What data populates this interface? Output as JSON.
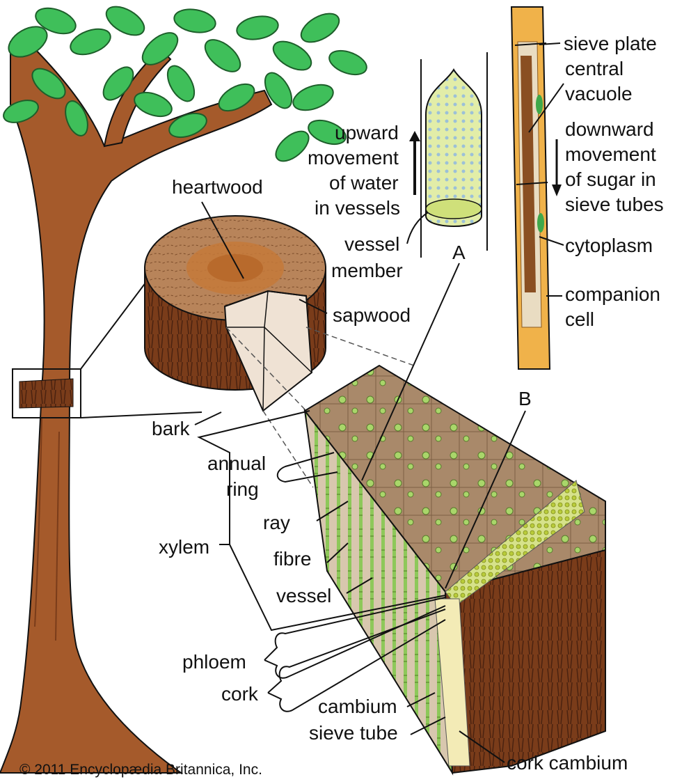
{
  "labels": {
    "heartwood": "heartwood",
    "sapwood": "sapwood",
    "bark": "bark",
    "annual_ring_1": "annual",
    "annual_ring_2": "ring",
    "ray": "ray",
    "xylem": "xylem",
    "fibre": "fibre",
    "vessel": "vessel",
    "phloem": "phloem",
    "cork": "cork",
    "cambium": "cambium",
    "sieve_tube": "sieve tube",
    "cork_cambium": "cork cambium",
    "upward_1": "upward",
    "upward_2": "movement",
    "upward_3": "of water",
    "upward_4": "in vessels",
    "vessel_member_1": "vessel",
    "vessel_member_2": "member",
    "sieve_plate": "sieve plate",
    "central_vacuole_1": "central",
    "central_vacuole_2": "vacuole",
    "downward_1": "downward",
    "downward_2": "movement",
    "downward_3": "of sugar in",
    "downward_4": "sieve tubes",
    "cytoplasm": "cytoplasm",
    "companion_cell_1": "companion",
    "companion_cell_2": "cell",
    "marker_a": "A",
    "marker_b": "B"
  },
  "copyright": "© 2011 Encyclopædia Britannica, Inc.",
  "colors": {
    "leaf": "#3fbf5a",
    "trunk": "#a55a2b",
    "wood": "#b8845a",
    "heartwood": "#c4793a",
    "cut_face": "#efe2d4",
    "sapwood_green": "#7cc84a",
    "phloem_yellow": "#d9e04a",
    "bark_dark": "#6a3418",
    "sieve_tube": "#f0b24a"
  }
}
